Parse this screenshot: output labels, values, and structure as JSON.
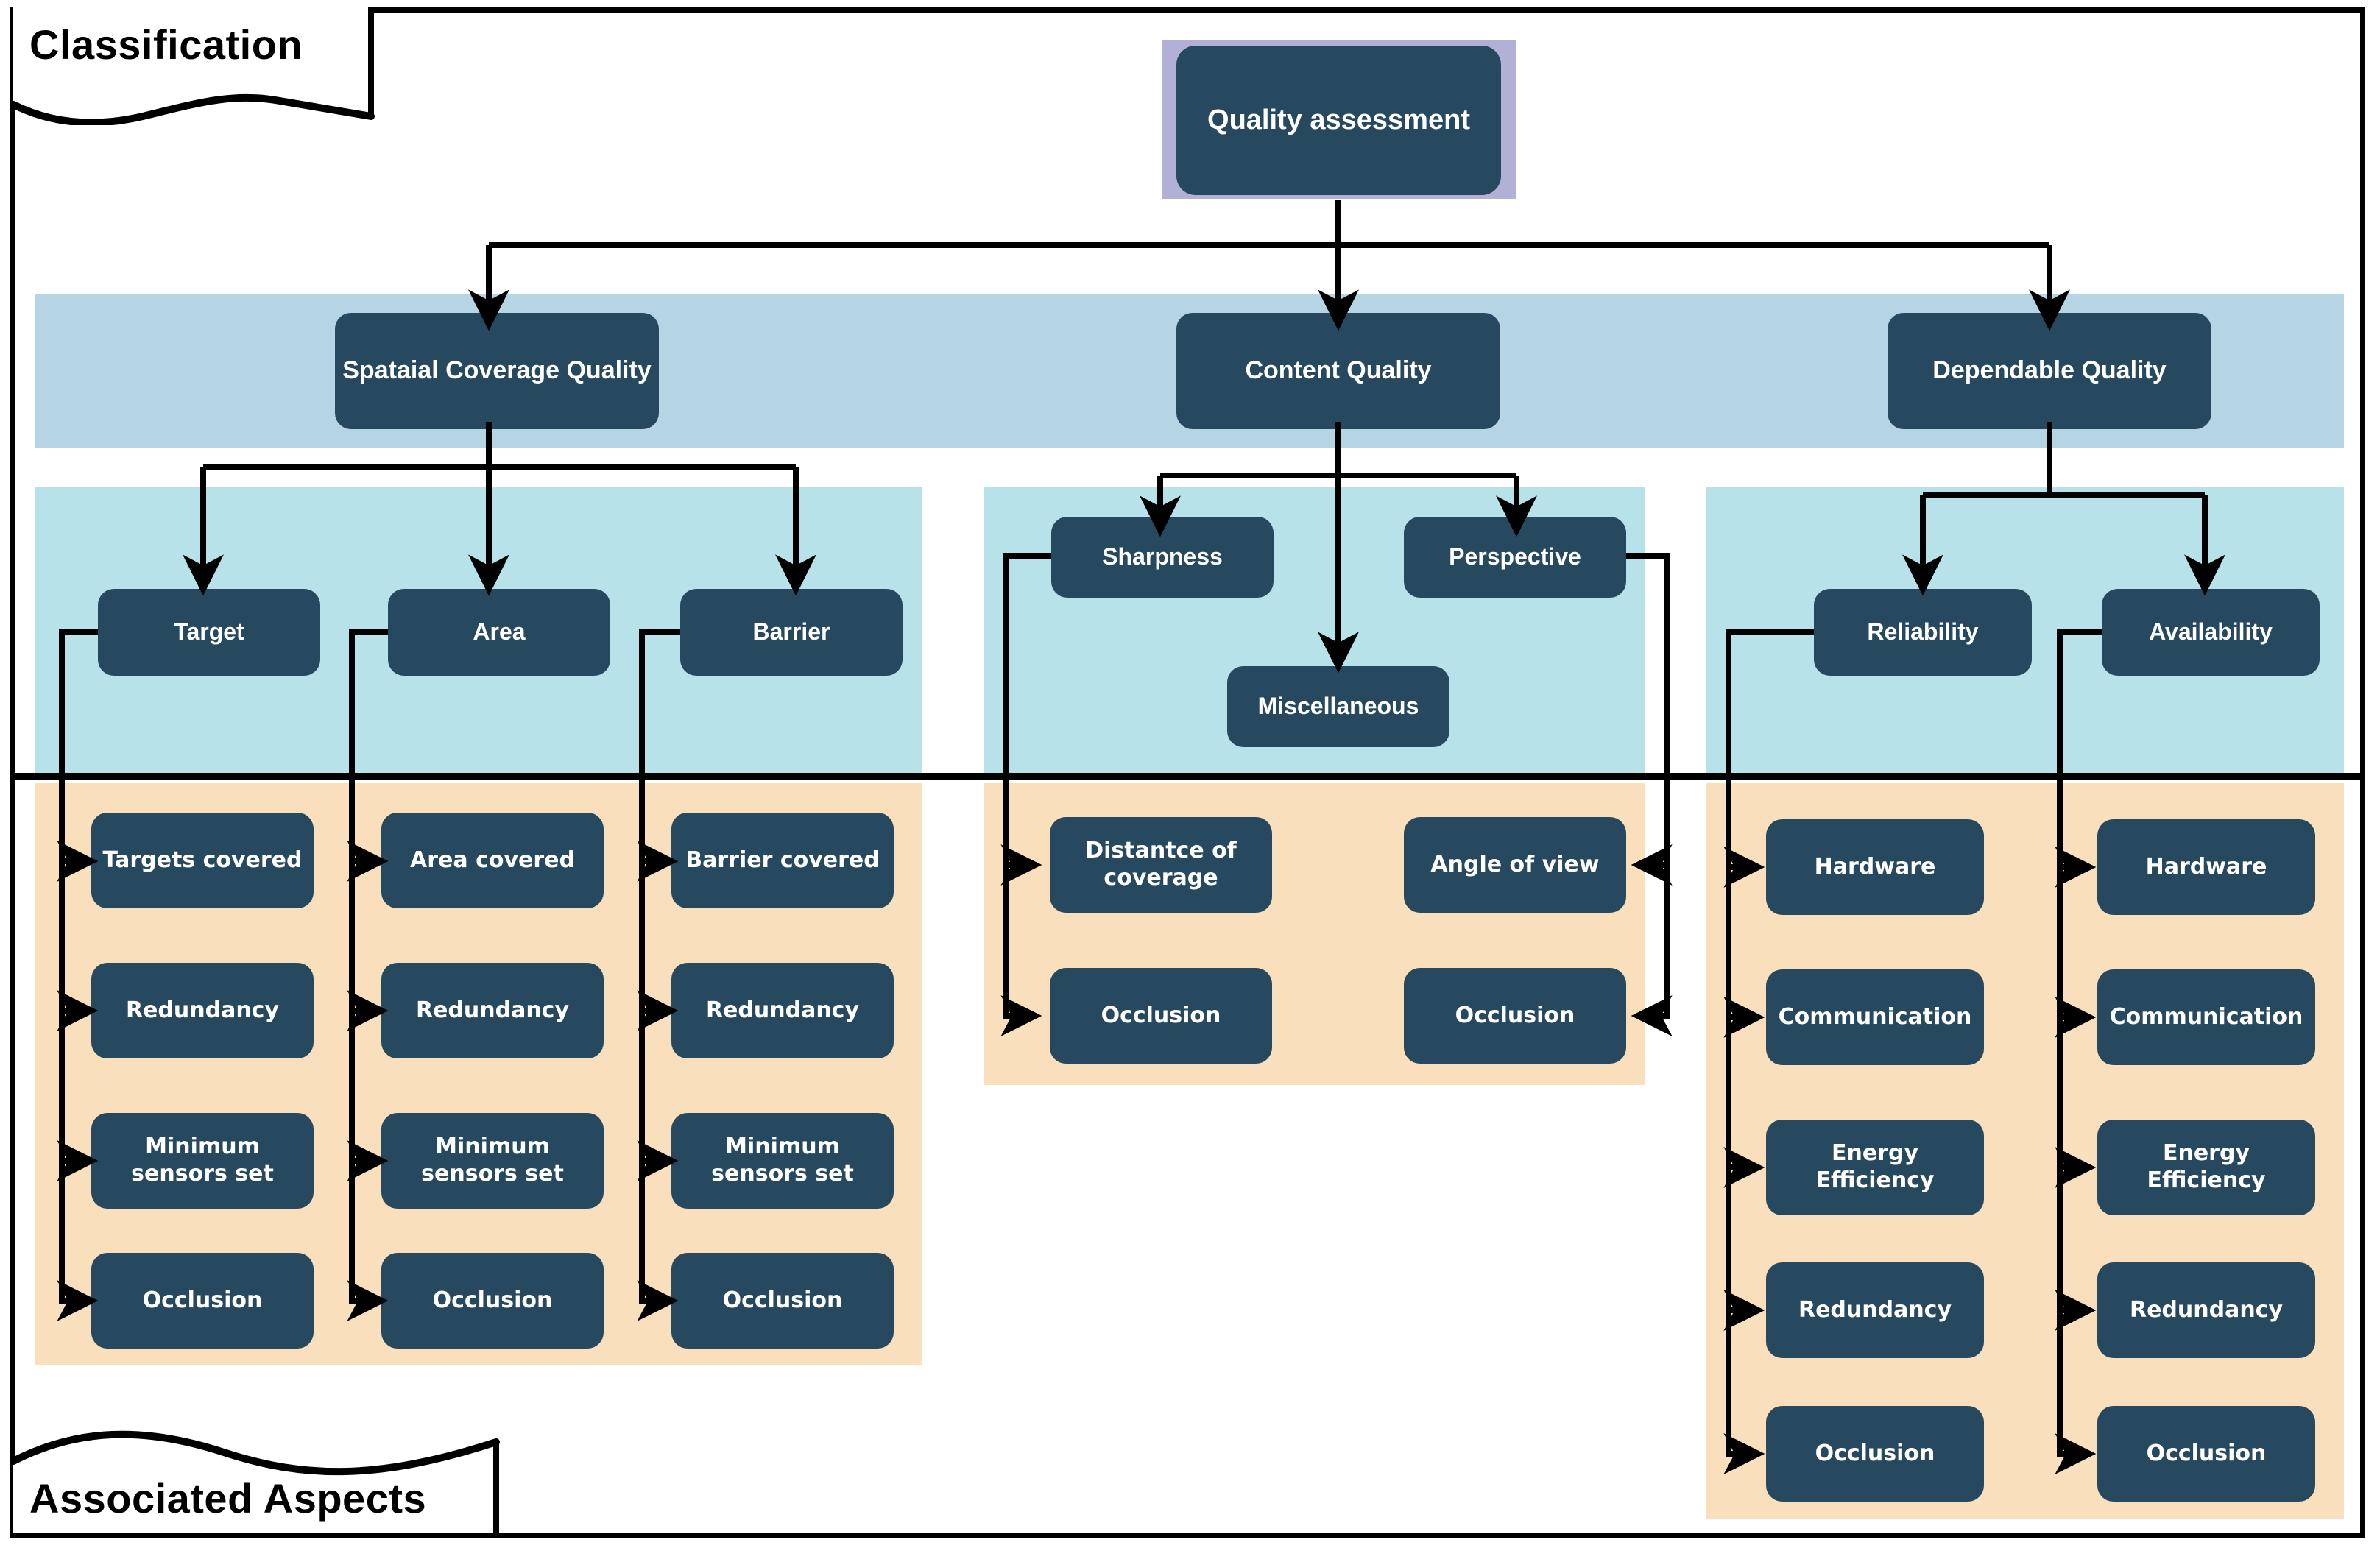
{
  "diagram": {
    "sections": {
      "classification_label": "Classification",
      "aspects_label": "Associated Aspects"
    },
    "colors": {
      "node_fill": "#27495f",
      "node_text": "#ffffff",
      "root_halo": "#b3b0d8",
      "band_tier1": "#b5d4e4",
      "band_tier2": "#b7e2e9",
      "band_aspects": "#fadfbd",
      "line": "#000000",
      "frame": "#000000"
    },
    "root": {
      "label": "Quality assessment"
    },
    "tier1": [
      {
        "label": "Spataial Coverage Quality"
      },
      {
        "label": "Content Quality"
      },
      {
        "label": "Dependable Quality"
      }
    ],
    "tier2": {
      "spatial": [
        {
          "label": "Target"
        },
        {
          "label": "Area"
        },
        {
          "label": "Barrier"
        }
      ],
      "content": [
        {
          "label": "Sharpness"
        },
        {
          "label": "Perspective"
        },
        {
          "label": "Miscellaneous"
        }
      ],
      "dependable": [
        {
          "label": "Reliability"
        },
        {
          "label": "Availability"
        }
      ]
    },
    "aspects": {
      "target": [
        {
          "label": "Targets covered"
        },
        {
          "label": "Redundancy"
        },
        {
          "label": "Minimum sensors set"
        },
        {
          "label": "Occlusion"
        }
      ],
      "area": [
        {
          "label": "Area covered"
        },
        {
          "label": "Redundancy"
        },
        {
          "label": "Minimum sensors set"
        },
        {
          "label": "Occlusion"
        }
      ],
      "barrier": [
        {
          "label": "Barrier covered"
        },
        {
          "label": "Redundancy"
        },
        {
          "label": "Minimum sensors set"
        },
        {
          "label": "Occlusion"
        }
      ],
      "sharpness": [
        {
          "label": "Distantce of coverage"
        },
        {
          "label": "Occlusion"
        }
      ],
      "perspective": [
        {
          "label": "Angle of view"
        },
        {
          "label": "Occlusion"
        }
      ],
      "reliability": [
        {
          "label": "Hardware"
        },
        {
          "label": "Communication"
        },
        {
          "label": "Energy Efficiency"
        },
        {
          "label": "Redundancy"
        },
        {
          "label": "Occlusion"
        }
      ],
      "availability": [
        {
          "label": "Hardware"
        },
        {
          "label": "Communication"
        },
        {
          "label": "Energy Efficiency"
        },
        {
          "label": "Redundancy"
        },
        {
          "label": "Occlusion"
        }
      ]
    }
  }
}
